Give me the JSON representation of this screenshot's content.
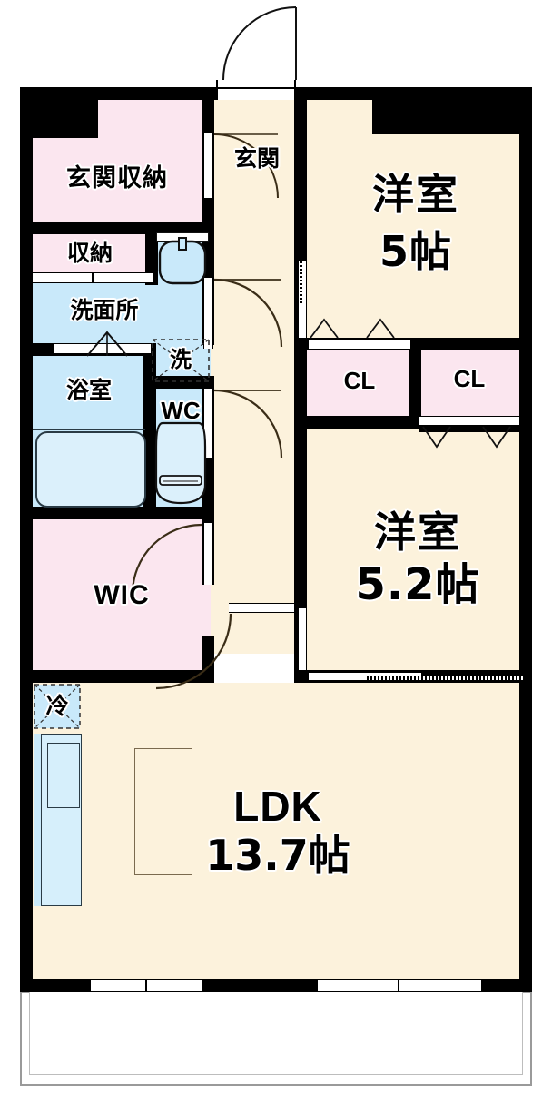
{
  "plan": {
    "type": "japanese-apartment-floor-plan",
    "layout_code": "2LDK",
    "colors": {
      "wall": "#000000",
      "living_floor": "#FCF2DC",
      "closet_floor": "#FBE6EF",
      "wet_area_floor": "#C9E9FA",
      "background": "#FFFFFF",
      "fixture_outline": "#222222"
    },
    "rooms": [
      {
        "id": "genkan-shuno",
        "label": "玄関収納",
        "kind": "closet"
      },
      {
        "id": "genkan",
        "label": "玄関",
        "kind": "entry"
      },
      {
        "id": "shuno",
        "label": "収納",
        "kind": "closet"
      },
      {
        "id": "senmenjo",
        "label": "洗面所",
        "kind": "wet"
      },
      {
        "id": "yokushitsu",
        "label": "浴室",
        "kind": "wet"
      },
      {
        "id": "sen",
        "label": "洗",
        "kind": "appliance-washer"
      },
      {
        "id": "wc",
        "label": "WC",
        "kind": "wet"
      },
      {
        "id": "wic",
        "label": "WIC",
        "kind": "closet"
      },
      {
        "id": "yoshitsu-5",
        "label": "洋室",
        "size": "5帖",
        "kind": "western-room"
      },
      {
        "id": "yoshitsu-52",
        "label": "洋室",
        "size": "5.2帖",
        "kind": "western-room"
      },
      {
        "id": "cl-left",
        "label": "CL",
        "kind": "closet"
      },
      {
        "id": "cl-right",
        "label": "CL",
        "kind": "closet"
      },
      {
        "id": "ldk",
        "label": "LDK",
        "size": "13.7帖",
        "kind": "living-dining-kitchen"
      },
      {
        "id": "rei",
        "label": "冷",
        "kind": "appliance-refrigerator"
      }
    ],
    "labels": {
      "genkan_shuno": "玄関収納",
      "genkan": "玄関",
      "shuno": "収納",
      "senmenjo": "洗面所",
      "yokushitsu": "浴室",
      "sen": "洗",
      "wc": "WC",
      "wic": "WIC",
      "yoshitsu": "洋室",
      "size_5": "5帖",
      "size_52": "5.2帖",
      "cl": "CL",
      "ldk": "LDK",
      "ldk_size": "13.7帖",
      "rei": "冷"
    },
    "fixtures": [
      {
        "id": "sink-vanity",
        "name": "washbasin"
      },
      {
        "id": "bathtub",
        "name": "bathtub"
      },
      {
        "id": "toilet",
        "name": "toilet"
      },
      {
        "id": "kitchen-counter",
        "name": "kitchen-counter"
      },
      {
        "id": "kitchen-sink",
        "name": "kitchen-sink"
      },
      {
        "id": "dining-table",
        "name": "counter-table"
      },
      {
        "id": "balcony",
        "name": "balcony"
      }
    ],
    "doors": [
      {
        "id": "entry-door",
        "swing": "out-top"
      },
      {
        "id": "genkan-inner-door",
        "swing": "in"
      },
      {
        "id": "senmenjo-door",
        "swing": "in-hall"
      },
      {
        "id": "wc-door",
        "swing": "in-hall"
      },
      {
        "id": "wic-door",
        "swing": "in-wic"
      },
      {
        "id": "ldk-door",
        "swing": "in-ldk"
      }
    ]
  }
}
